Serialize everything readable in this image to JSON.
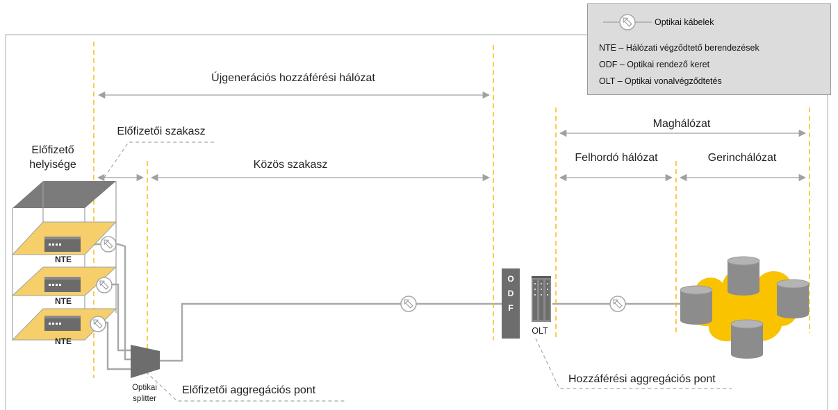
{
  "labels": {
    "next_gen_access": "Újgenerációs hozzáférési hálózat",
    "subscriber_section": "Előfizetői szakasz",
    "subscriber_premises_line1": "Előfizető",
    "subscriber_premises_line2": "helyisége",
    "common_section": "Közös szakasz",
    "core_network": "Maghálózat",
    "backhaul": "Felhordó hálózat",
    "backbone": "Gerinchálózat",
    "nte": "NTE",
    "splitter_line1": "Optikai",
    "splitter_line2": "splitter",
    "subscriber_aggregation_point": "Előfizetői aggregációs pont",
    "access_aggregation_point": "Hozzáférési aggregációs pont",
    "odf_letters": [
      "O",
      "D",
      "F"
    ],
    "olt": "OLT"
  },
  "legend": {
    "optical_cables": "Optikai kábelek",
    "nte": "NTE – Hálózati végződtető berendezések",
    "odf": "ODF – Optikai rendező keret",
    "olt": "OLT – Optikai vonalvégződtetés"
  },
  "colors": {
    "divider": "#f5b800",
    "floor": "#f6cf6a",
    "cloud": "#f9c300",
    "cable": "#a8a8a8",
    "equipment": "#6d6d6d",
    "roof": "#7b7b7b",
    "database": "#8a8a8a",
    "legend_bg": "#dcdcdc"
  }
}
